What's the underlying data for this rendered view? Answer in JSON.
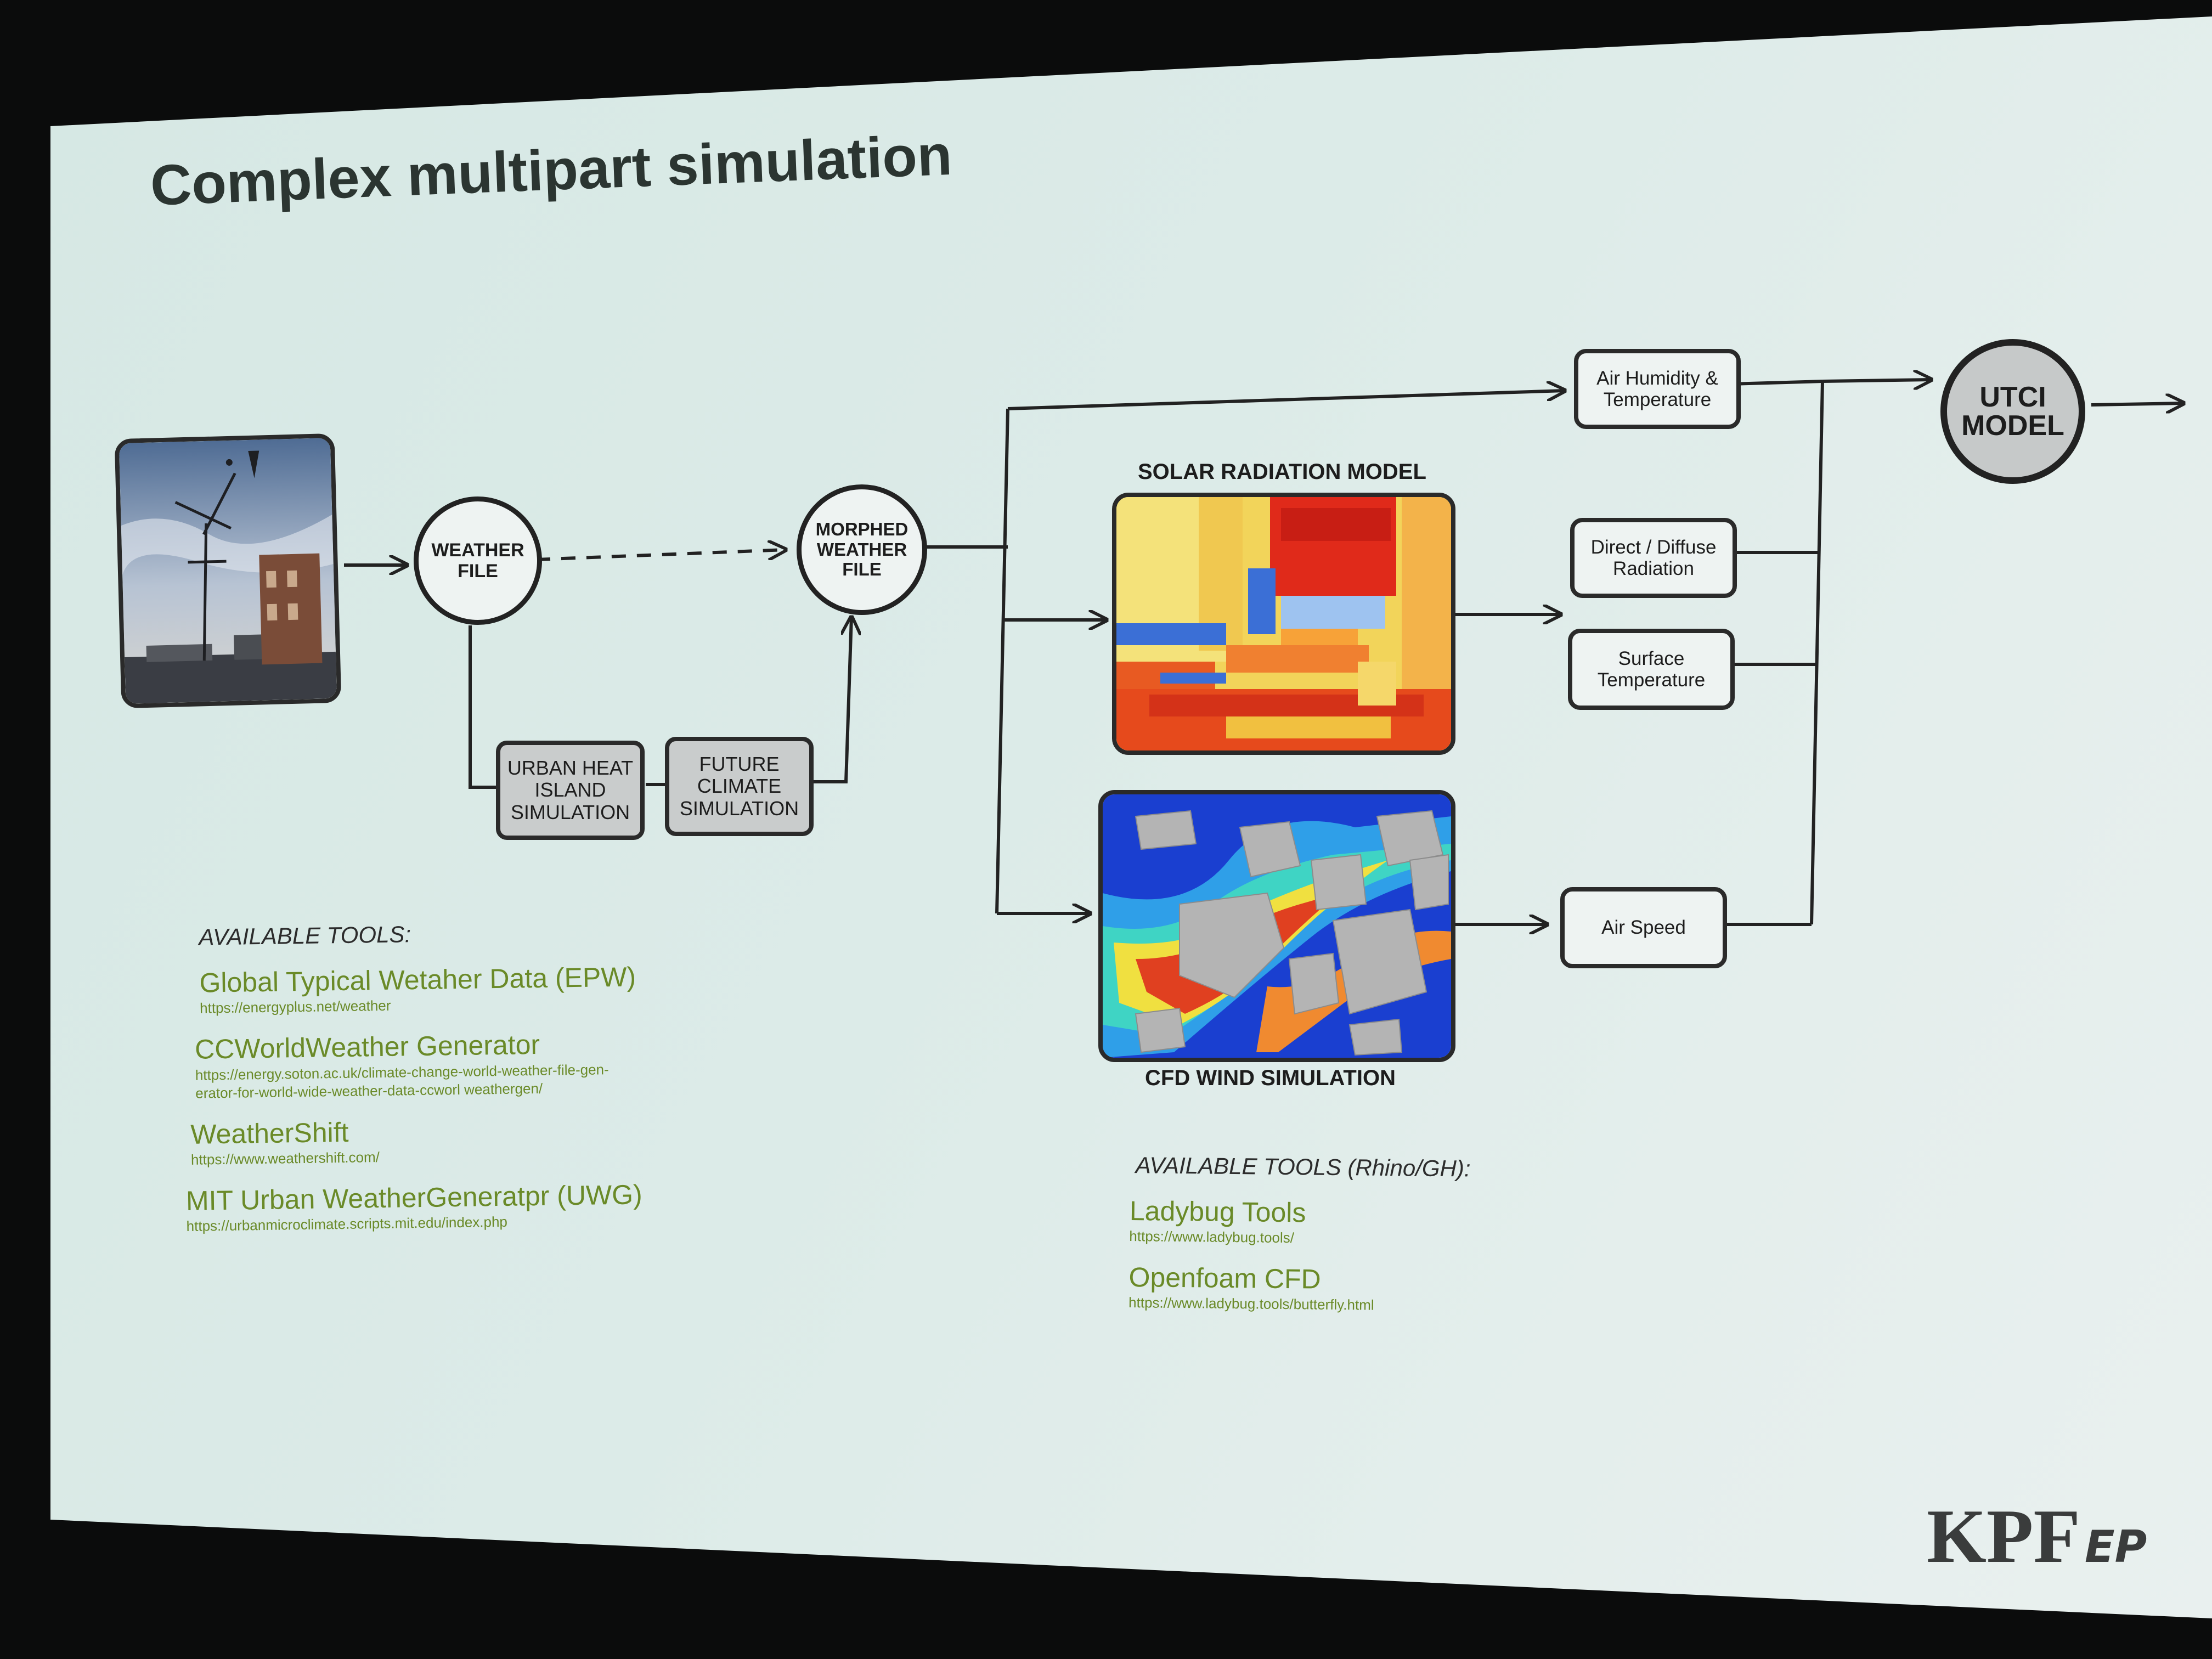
{
  "title": "Complex multipart simulation",
  "nodes": {
    "weather_file": "WEATHER\nFILE",
    "morphed_weather_file": "MORPHED\nWEATHER\nFILE",
    "urban_heat_island": "URBAN HEAT\nISLAND\nSIMULATION",
    "future_climate": "FUTURE\nCLIMATE\nSIMULATION",
    "air_humidity": "Air Humidity &\nTemperature",
    "direct_diffuse": "Direct / Diffuse\nRadiation",
    "surface_temperature": "Surface\nTemperature",
    "air_speed": "Air Speed",
    "utci_model": "UTCI\nMODEL"
  },
  "captions": {
    "solar_radiation": "SOLAR RADIATION MODEL",
    "cfd_wind": "CFD WIND SIMULATION"
  },
  "tools_left": {
    "heading": "AVAILABLE TOOLS:",
    "items": [
      {
        "name": "Global Typical Wetaher Data (EPW)",
        "url": "https://energyplus.net/weather"
      },
      {
        "name": "CCWorldWeather Generator",
        "url": "https://energy.soton.ac.uk/climate-change-world-weather-file-gen-\nerator-for-world-wide-weather-data-ccworl weathergen/"
      },
      {
        "name": "WeatherShift",
        "url": "https://www.weathershift.com/"
      },
      {
        "name": "MIT Urban WeatherGeneratpr (UWG)",
        "url": "https://urbanmicroclimate.scripts.mit.edu/index.php"
      }
    ]
  },
  "tools_right": {
    "heading": "AVAILABLE TOOLS (Rhino/GH):",
    "items": [
      {
        "name": "Ladybug Tools",
        "url": "https://www.ladybug.tools/"
      },
      {
        "name": "Openfoam CFD",
        "url": "https://www.ladybug.tools/butterfly.html"
      }
    ]
  },
  "brand": {
    "main": "KPF",
    "suffix": "EP"
  },
  "colors": {
    "tool_green": "#6a8a28",
    "line": "#222222",
    "box_gray": "#c9cccc",
    "brand": "#3a3c3c"
  }
}
